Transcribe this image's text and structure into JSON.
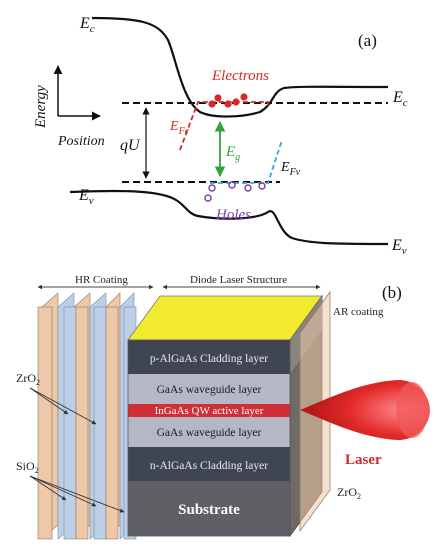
{
  "panel_a": {
    "label": "(a)",
    "ec_left": "E",
    "ec_left_sub": "c",
    "ec_right": "E",
    "ec_right_sub": "c",
    "ev_left": "E",
    "ev_left_sub": "v",
    "ev_right": "E",
    "ev_right_sub": "v",
    "axis_energy": "Energy",
    "axis_position": "Position",
    "qu": "qU",
    "efc": "E",
    "efc_sub": "Fc",
    "efv": "E",
    "efv_sub": "Fv",
    "eg": "E",
    "eg_sub": "g",
    "electrons": "Electrons",
    "holes": "Holes"
  },
  "panel_b": {
    "label": "(b)",
    "hr_coating": "HR Coating",
    "diode_structure": "Diode Laser Structure",
    "ar_coating": "AR coating",
    "zro2_left": "ZrO",
    "zro2_left_sub": "2",
    "sio2_left": "SiO",
    "sio2_left_sub": "2",
    "zro2_right": "ZrO",
    "zro2_right_sub": "2",
    "laser": "Laser",
    "layers": [
      "p-AlGaAs Cladding layer",
      "GaAs waveguide layer",
      "InGaAs QW active layer",
      "GaAs waveguide layer",
      "n-AlGaAs Cladding layer",
      "Substrate"
    ]
  },
  "colors": {
    "electrons": "#d42a2a",
    "holes": "#7a3fb0",
    "efc_line": "#d42a2a",
    "efv_line": "#3aa7d8",
    "eg_arrow": "#33a33a",
    "top_contact": "#f2ea2e",
    "cladding": "#3f4552",
    "waveguide": "#b5b8c4",
    "active": "#cf2f36",
    "substrate": "#5e6066",
    "zro2": "#eec8a8",
    "sio2": "#bccfe6",
    "laser": "#e32a2a"
  }
}
